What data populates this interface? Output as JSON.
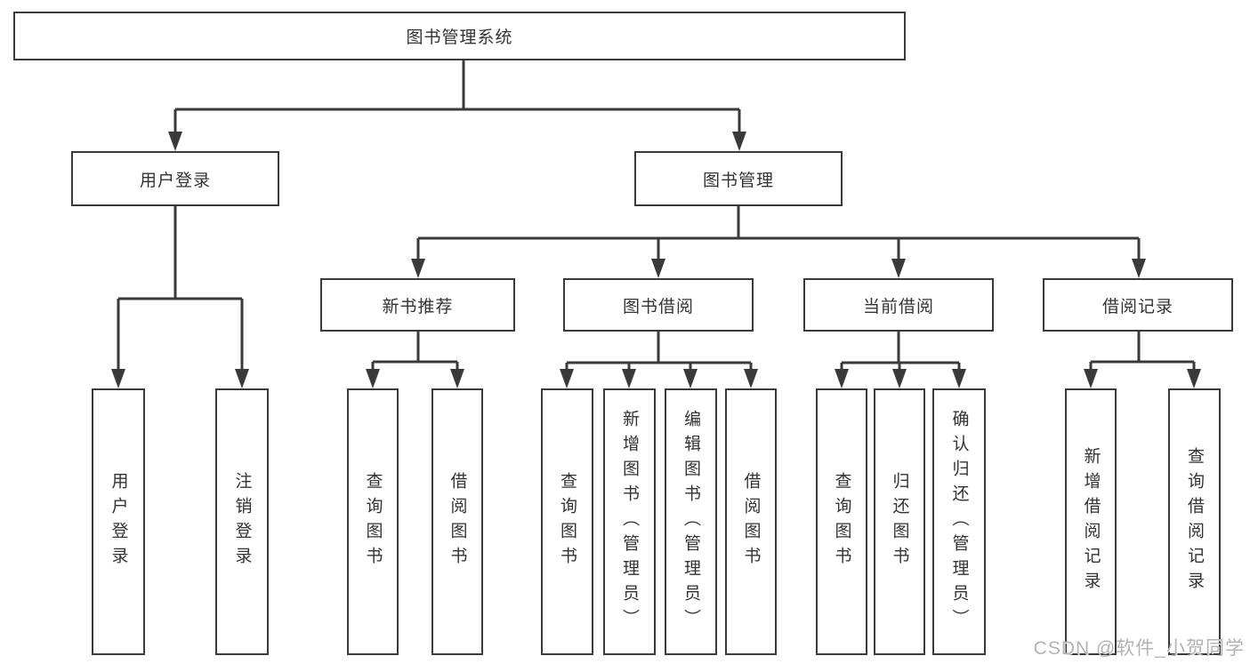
{
  "colors": {
    "line": "#3a3a3a",
    "box_border": "#3a3a3a",
    "box_fill": "#ffffff",
    "text": "#333333",
    "watermark": "#b3b3b3",
    "background": "#ffffff"
  },
  "tree": {
    "root": {
      "label": "图书管理系统"
    },
    "children": [
      {
        "label": "用户登录",
        "children": [
          {
            "label": "用户登录"
          },
          {
            "label": "注销登录"
          }
        ]
      },
      {
        "label": "图书管理",
        "children": [
          {
            "label": "新书推荐",
            "children": [
              {
                "label": "查询图书"
              },
              {
                "label": "借阅图书"
              }
            ]
          },
          {
            "label": "图书借阅",
            "children": [
              {
                "label": "查询图书"
              },
              {
                "label": "新增图书（管理员）"
              },
              {
                "label": "编辑图书（管理员）"
              },
              {
                "label": "借阅图书"
              }
            ]
          },
          {
            "label": "当前借阅",
            "children": [
              {
                "label": "查询图书"
              },
              {
                "label": "归还图书"
              },
              {
                "label": "确认归还（管理员）"
              }
            ]
          },
          {
            "label": "借阅记录",
            "children": [
              {
                "label": "新增借阅记录"
              },
              {
                "label": "查询借阅记录"
              }
            ]
          }
        ]
      }
    ]
  },
  "watermark": {
    "text": "CSDN @软件_小贺同学"
  }
}
